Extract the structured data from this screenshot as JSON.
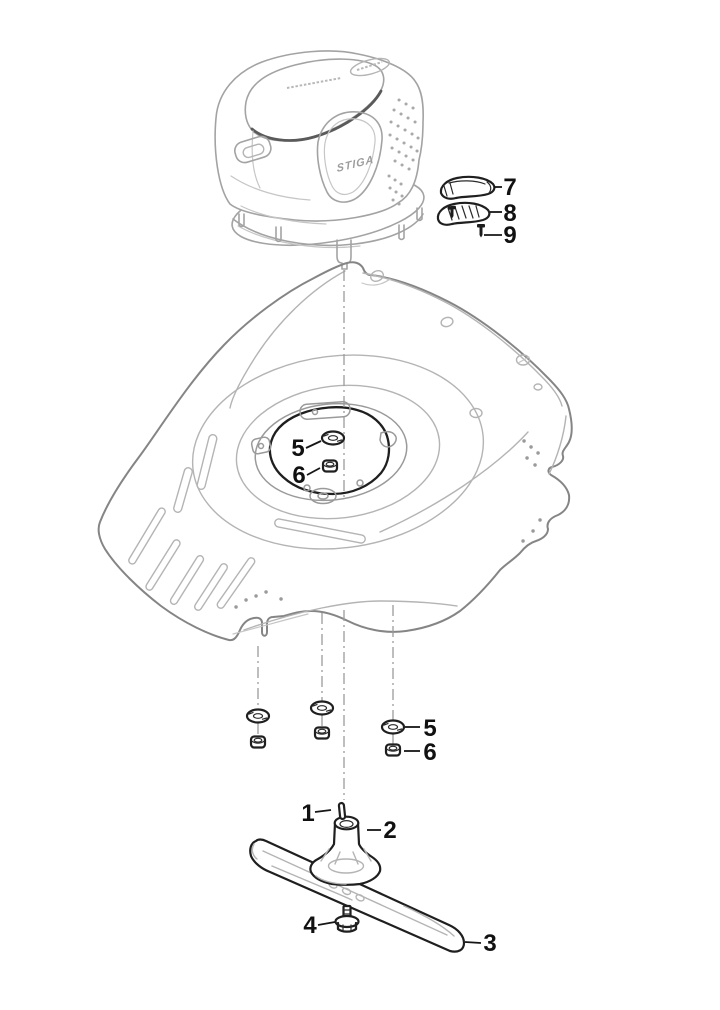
{
  "diagram": {
    "brand_text": "STIGA",
    "callouts": {
      "part1": "1",
      "part2": "2",
      "part3": "3",
      "part4": "4",
      "part5": "5",
      "part6": "6",
      "part7": "7",
      "part8": "8",
      "part9": "9"
    },
    "colors": {
      "background": "#ffffff",
      "part_outline_dark": "#1f1f1f",
      "deck_outline": "#858585",
      "interior_lines": "#b4b4b4",
      "axis_line": "#9b9b9b",
      "label_text": "#111111",
      "brand_text": "#9c9c9c"
    }
  }
}
